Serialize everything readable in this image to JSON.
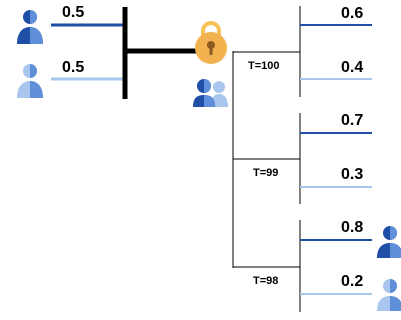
{
  "colors": {
    "dark_blue": "#1F4FA6",
    "light_blue": "#A9C6EE",
    "mid_blue": "#5F8FD8",
    "lock_gold": "#F2B24F",
    "lock_shackle": "#F6C256",
    "lock_keyhole": "#8A5A1E",
    "line": "#000000"
  },
  "left": {
    "top_value": "0.5",
    "bottom_value": "0.5",
    "top_icon": "person-dark-half-icon",
    "bottom_icon": "person-light-half-icon"
  },
  "center": {
    "lock_icon": "padlock-icon",
    "group_icon": "two-people-icon"
  },
  "branches": [
    {
      "t_label": "T=100",
      "upper_value": "0.6",
      "lower_value": "0.4"
    },
    {
      "t_label": "T=99",
      "upper_value": "0.7",
      "lower_value": "0.3"
    },
    {
      "t_label": "T=98",
      "upper_value": "0.8",
      "lower_value": "0.2"
    }
  ],
  "right_icons": {
    "upper": "person-dark-half-icon",
    "lower": "person-light-half-icon"
  }
}
